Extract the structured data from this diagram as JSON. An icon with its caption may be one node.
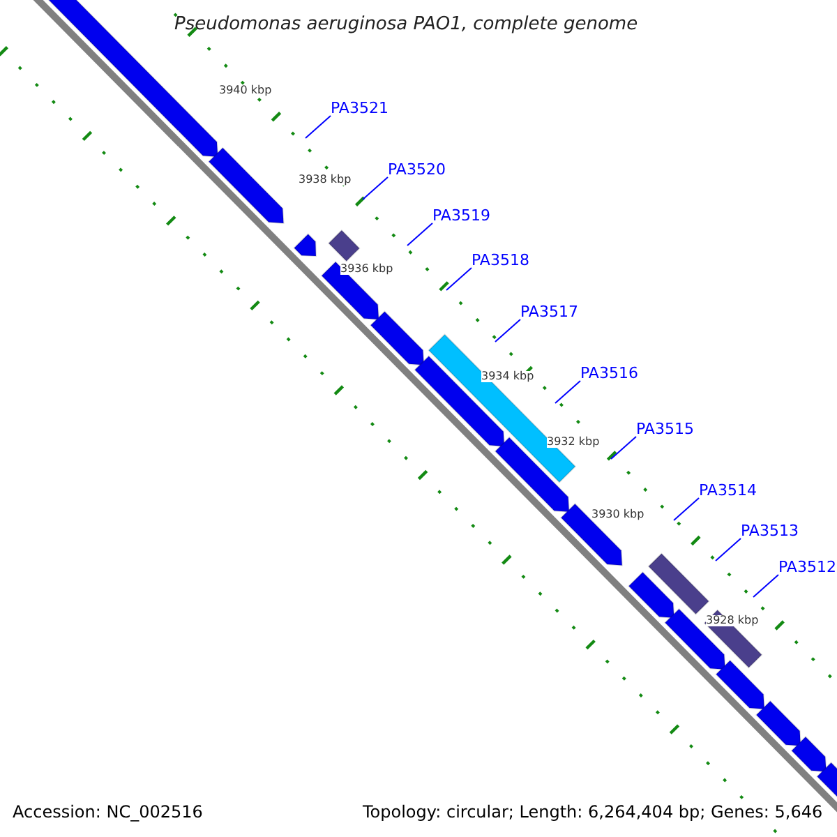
{
  "diagram": {
    "title": "Pseudomonas aeruginosa PAO1, complete genome",
    "nodes": [
      {
        "text": [
          "PA3521"
        ]
      },
      {
        "text": [
          "PA3520"
        ]
      },
      {
        "text": [
          "PA3519"
        ]
      },
      {
        "text": [
          "PA3518"
        ]
      },
      {
        "text": [
          "PA3517"
        ]
      },
      {
        "text": [
          "PA3516"
        ]
      },
      {
        "text": [
          "PA3515"
        ]
      },
      {
        "text": [
          "PA3514"
        ]
      },
      {
        "text": [
          "PA3513"
        ]
      },
      {
        "text": [
          "PA3512"
        ]
      }
    ],
    "edges": [
      {
        "from": 0,
        "to": null,
        "arrow": "none"
      },
      {
        "from": 1,
        "to": null,
        "arrow": "none"
      },
      {
        "from": 2,
        "to": null,
        "arrow": "none"
      },
      {
        "from": 3,
        "to": null,
        "arrow": "none"
      },
      {
        "from": 4,
        "to": null,
        "arrow": "none"
      },
      {
        "from": 5,
        "to": null,
        "arrow": "none"
      },
      {
        "from": 6,
        "to": null,
        "arrow": "none"
      },
      {
        "from": 7,
        "to": null,
        "arrow": "none"
      },
      {
        "from": 8,
        "to": null,
        "arrow": "none"
      },
      {
        "from": 9,
        "to": null,
        "arrow": "none"
      }
    ],
    "labels": [
      "3940 kbp",
      "3938 kbp",
      "3936 kbp",
      "3934 kbp",
      "3932 kbp",
      "3930 kbp",
      "3928 kbp",
      "Accession: NC_002516",
      "Topology: circular; Length: 6,264,404 bp; Genes: 5,646"
    ]
  }
}
